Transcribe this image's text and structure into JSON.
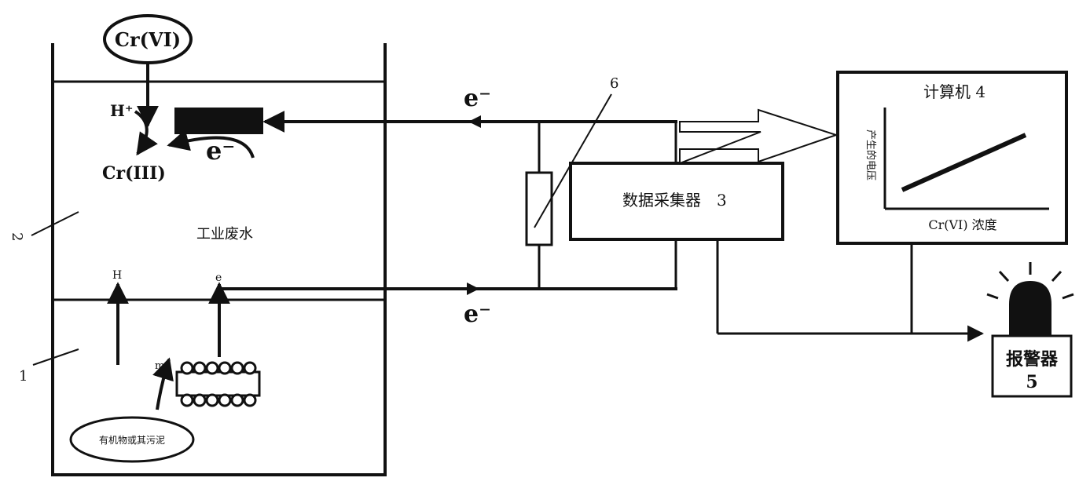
{
  "labels": {
    "cr_vi": "Cr(VI)",
    "h_plus_top": "H⁺",
    "cr_iii": "Cr(III)",
    "e_cathode": "e⁻",
    "wastewater": "工业废水",
    "h_plus_bottom": "H",
    "e_small": "e",
    "m_small": "m",
    "substrate": "有机物或其污泥",
    "label_1": "1",
    "label_2": "2",
    "e_top_wire": "e⁻",
    "e_bottom_wire": "e⁻",
    "label_6": "6",
    "daq": "数据采集器　3",
    "computer_title": "计算机 4",
    "plot_ylabel": "产生的电压",
    "plot_xlabel": "Cr(VI) 浓度",
    "alarm_line1": "报警器",
    "alarm_line2": "5"
  },
  "colors": {
    "line": "#111111",
    "background": "#ffffff"
  }
}
